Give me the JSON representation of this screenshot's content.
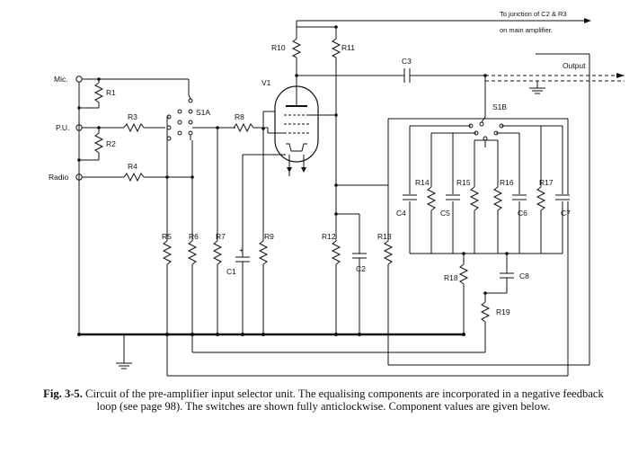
{
  "labels": {
    "top_note_1": "To junction of C2 & R3",
    "top_note_2": "on main amplifier.",
    "output": "Output",
    "mic": "Mic.",
    "pu": "P.U.",
    "radio": "Radio",
    "v1": "V1",
    "s1a": "S1A",
    "s1b": "S1B",
    "r1": "R1",
    "r2": "R2",
    "r3": "R3",
    "r4": "R4",
    "r5": "R5",
    "r6": "R6",
    "r7": "R7",
    "r8": "R8",
    "r9": "R9",
    "r10": "R10",
    "r11": "R11",
    "r12": "R12",
    "r13": "R13",
    "r14": "R14",
    "r15": "R15",
    "r16": "R16",
    "r17": "R17",
    "r18": "R18",
    "r19": "R19",
    "c1": "C1",
    "c2": "C2",
    "c3": "C3",
    "c4": "C4",
    "c5": "C5",
    "c6": "C6",
    "c7": "C7",
    "c8": "C8",
    "plus": "+"
  },
  "caption": {
    "figure": "Fig. 3-5.",
    "text": "Circuit of the pre-amplifier input selector unit. The equalising components are incorporated in a negative feedback loop (see page 98). The switches are shown fully anticlockwise. Component values are given below."
  }
}
